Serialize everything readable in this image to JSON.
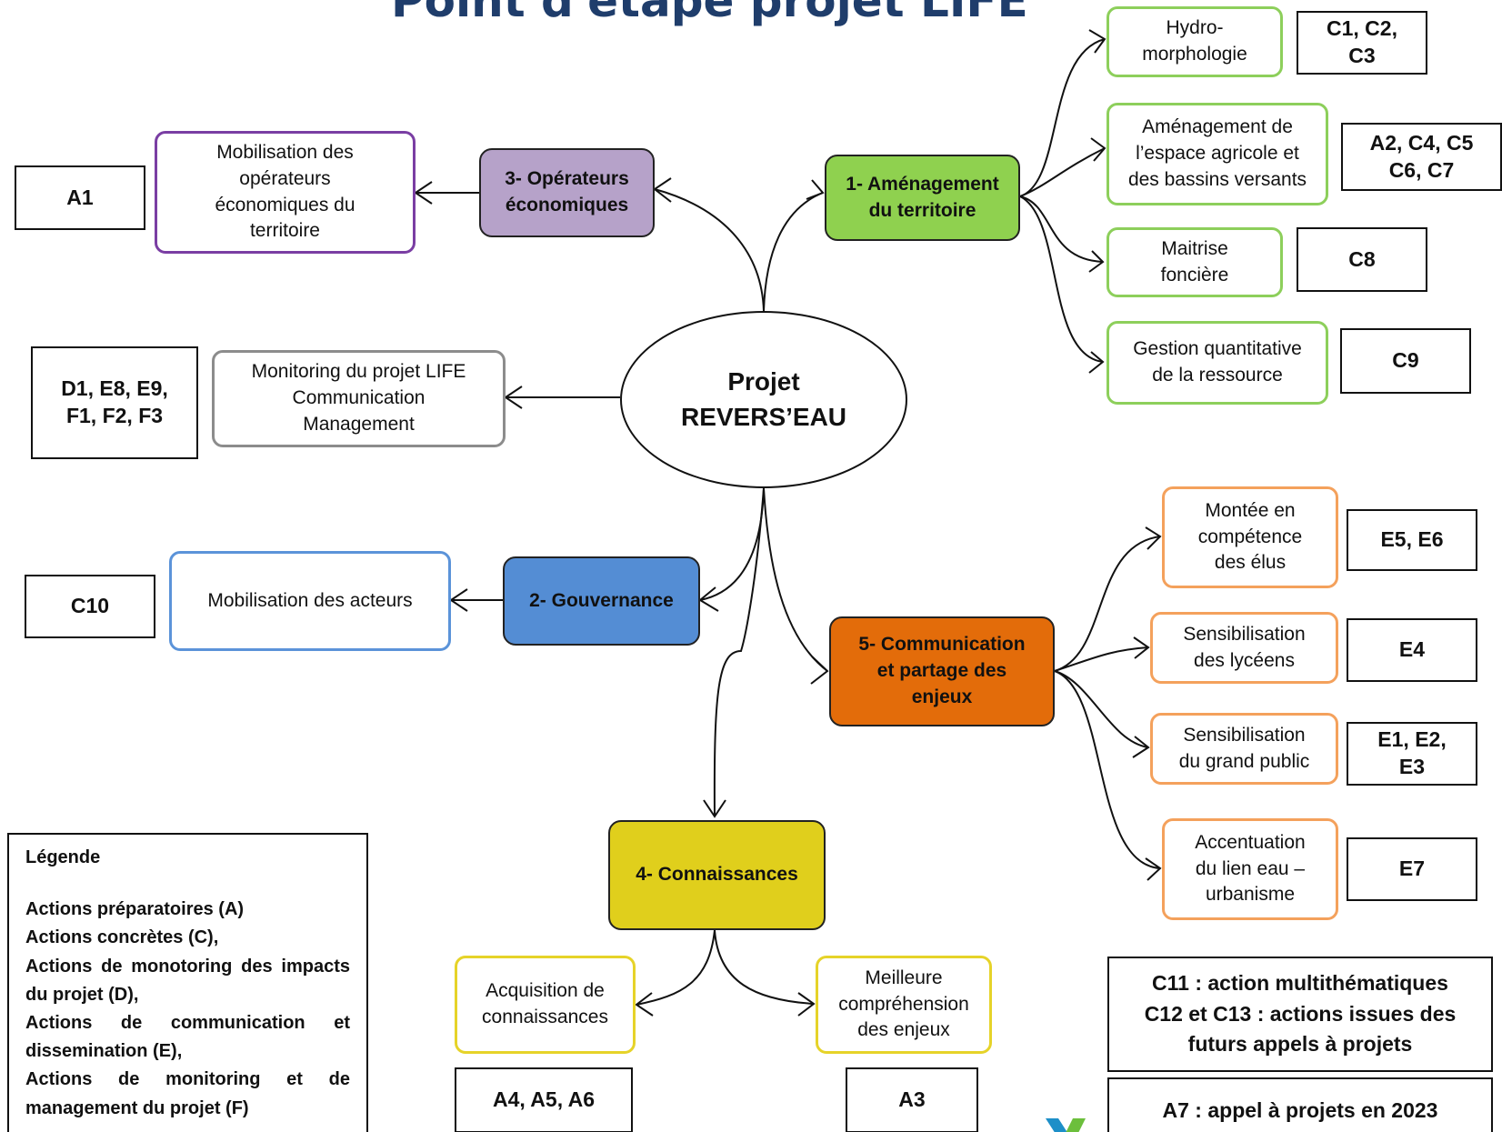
{
  "title": "Point d'étape projet LIFE",
  "root": {
    "line1": "Projet",
    "line2": "REVERS’EAU"
  },
  "colors": {
    "hub_green": "#8fd14f",
    "hub_purple": "#b6a2c9",
    "hub_blue": "#548dd4",
    "hub_orange": "#e36c0a",
    "hub_yellow": "#e0cf1c",
    "border_green": "#8dcf5b",
    "border_purple": "#7a3ea3",
    "border_gray": "#8c8c8c",
    "border_blue": "#5b93d9",
    "border_orange": "#f4a15c",
    "border_yellow": "#e6d329",
    "title": "#1f3d6b"
  },
  "hubs": {
    "amenagement": "1- Aménagement\ndu territoire",
    "gouvernance": "2- Gouvernance",
    "operateurs": "3- Opérateurs\néconomiques",
    "connaissances": "4- Connaissances",
    "communication": "5- Communication\net partage des\nenjeux"
  },
  "leaves": {
    "hydro": "Hydro-\nmorphologie",
    "amenagement_agricole": "Aménagement de\nl’espace agricole et\ndes bassins versants",
    "maitrise": "Maitrise\nfoncière",
    "gestion": "Gestion quantitative\nde la ressource",
    "mobilisation_operateurs": "Mobilisation des\nopérateurs\néconomiques du\nterritoire",
    "monitoring": "Monitoring du projet LIFE\nCommunication\nManagement",
    "mobilisation_acteurs": "Mobilisation des acteurs",
    "montee": "Montée en\ncompétence\ndes élus",
    "lyceens": "Sensibilisation\ndes lycéens",
    "grand_public": "Sensibilisation\ndu grand public",
    "accentuation": "Accentuation\ndu lien eau –\nurbanisme",
    "acquisition": "Acquisition de\nconnaissances",
    "comprehension": "Meilleure\ncompréhension\ndes enjeux"
  },
  "codes": {
    "hydro": "C1, C2,\nC3",
    "amenagement_agricole": "A2, C4, C5\nC6, C7",
    "maitrise": "C8",
    "gestion": "C9",
    "operateurs": "A1",
    "monitoring": "D1, E8, E9,\nF1, F2, F3",
    "acteurs": "C10",
    "montee": "E5, E6",
    "lyceens": "E4",
    "grand_public": "E1, E2,\nE3",
    "accentuation": "E7",
    "acquisition": "A4, A5, A6",
    "comprehension": "A3"
  },
  "legend": {
    "heading": "Légende",
    "items": [
      "Actions préparatoires (A)",
      "Actions concrètes (C),",
      "Actions de monotoring des impacts du projet (D),",
      "Actions de communication et dissemination (E),",
      "Actions de monitoring et de management du projet (F)"
    ]
  },
  "notes": {
    "c11": "C11 : action multithématiques\nC12 et C13 : actions issues des\nfuturs appels à projets",
    "a7": "A7 : appel à projets en 2023"
  }
}
